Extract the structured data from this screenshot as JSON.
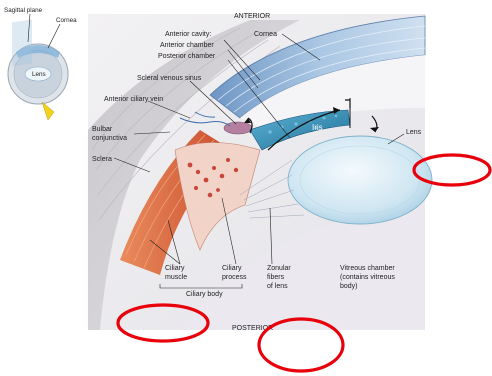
{
  "inset": {
    "sagittal_plane": "Sagittal plane",
    "cornea": "Cornea",
    "lens": "Lens"
  },
  "labels": {
    "anterior": "ANTERIOR",
    "posterior": "POSTERIOR",
    "cornea": "Cornea",
    "anterior_cavity": "Anterior cavity:",
    "anterior_chamber": "Anterior chamber",
    "posterior_chamber": "Posterior chamber",
    "scleral_venous_sinus": "Scleral venous sinus",
    "anterior_ciliary_vein": "Anterior ciliary vein",
    "bulbar_conjunctiva_1": "Bulbar",
    "bulbar_conjunctiva_2": "conjunctiva",
    "sclera": "Sclera",
    "iris": "Iris",
    "lens": "Lens",
    "ciliary_muscle_1": "Ciliary",
    "ciliary_muscle_2": "muscle",
    "ciliary_process_1": "Ciliary",
    "ciliary_process_2": "process",
    "ciliary_body": "Ciliary body",
    "zonular_1": "Zonular",
    "zonular_2": "fibers",
    "zonular_3": "of lens",
    "vitreous_1": "Vitreous chamber",
    "vitreous_2": "(contains vitreous",
    "vitreous_3": "body)"
  },
  "colors": {
    "annotation_ellipse": "#e8000b",
    "iris": "#2f8fb8",
    "lens": "#cfe6f2",
    "cornea": "#8fb3d6",
    "muscle": "#d9603a",
    "sclera": "#d8d4d6",
    "vitreous": "#eceaf0"
  }
}
